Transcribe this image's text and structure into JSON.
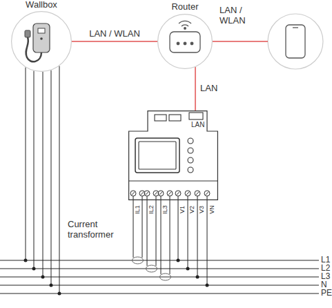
{
  "diagram": {
    "nodes": [
      {
        "text": [
          "Wallbox"
        ]
      },
      {
        "text": [
          "Router"
        ]
      },
      {
        "text": [
          "LAN"
        ]
      }
    ],
    "edges": [
      {
        "from": 0,
        "to": 1,
        "arrow": "none",
        "label": "LAN / WLAN"
      },
      {
        "from": 1,
        "to": 2,
        "arrow": "none",
        "label": "LAN"
      }
    ],
    "labels": [
      "LAN / WLAN",
      "IL1",
      "IL2",
      "IL3",
      "V1",
      "V2",
      "V3",
      "VN",
      "Current transformer",
      "L1",
      "L2",
      "L3",
      "N",
      "PE"
    ]
  }
}
